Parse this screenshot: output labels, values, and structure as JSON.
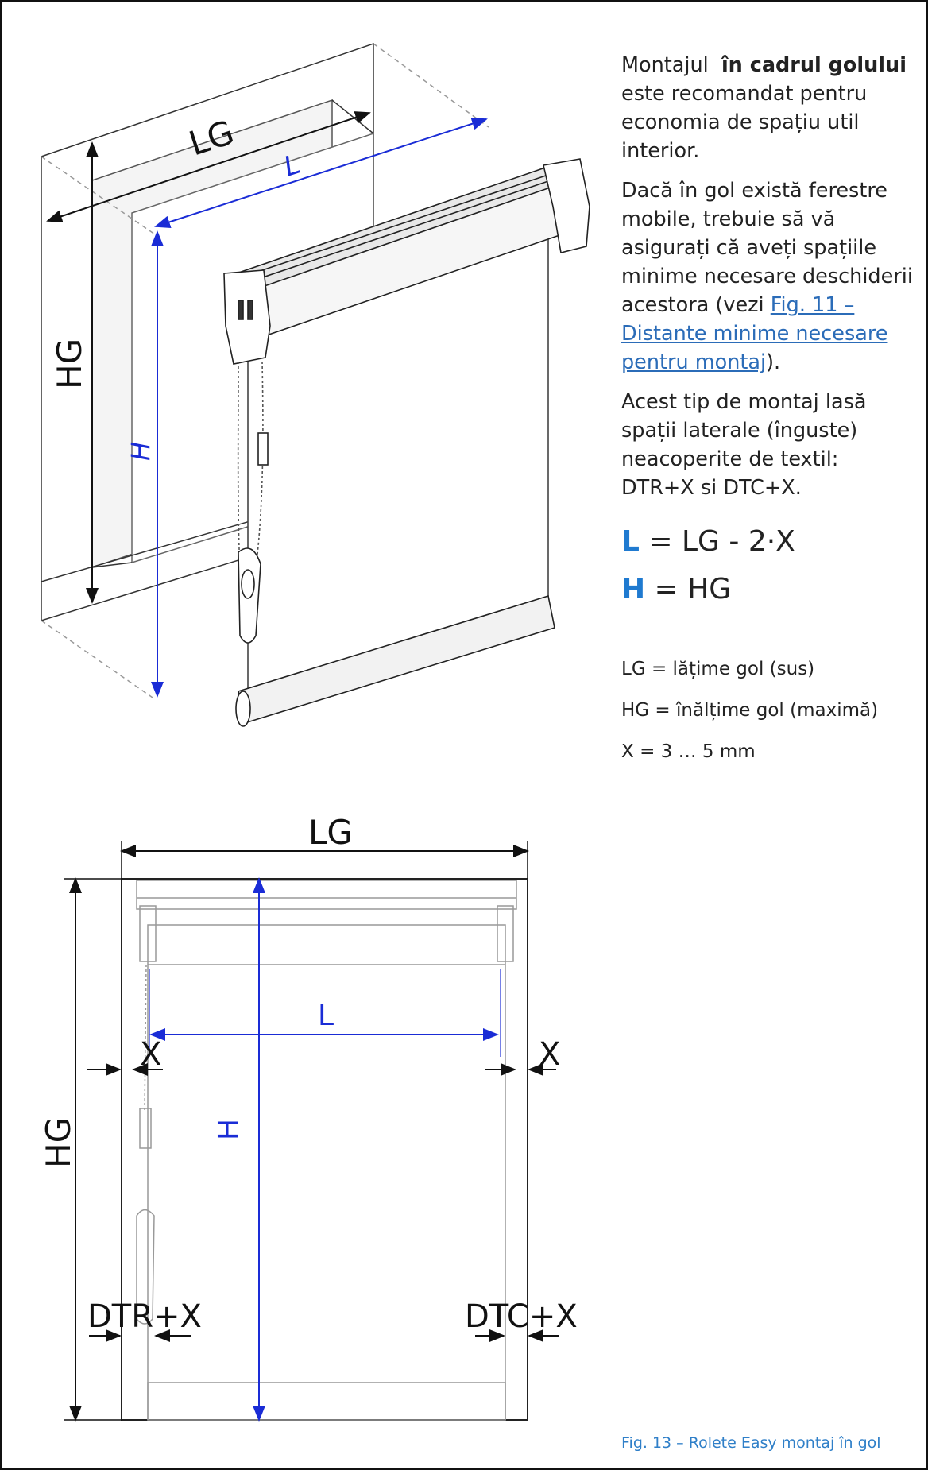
{
  "top_drawing": {
    "label_lg": "LG",
    "label_l": "L",
    "label_hg": "HG",
    "label_h": "H"
  },
  "bottom_drawing": {
    "label_lg": "LG",
    "label_l": "L",
    "label_x_left": "X",
    "label_x_right": "X",
    "label_hg": "HG",
    "label_h": "H",
    "label_dtr": "DTR+X",
    "label_dtc": "DTC+X"
  },
  "text": {
    "p1_before": "Montajul  ",
    "p1_bold": "în cadrul golului",
    "p1_after": " este recomandat pentru economia de spațiu util interior.",
    "p2_before": "Dacă în gol există ferestre mobile, trebuie să vă asigurați că aveți spațiile minime necesare deschiderii acestora (vezi ",
    "p2_link": "Fig. 11 – Distante minime necesare pentru montaj",
    "p2_after": ").",
    "p3": "Acest tip de montaj lasă spații laterale (înguste) neacoperite de textil: DTR+X si DTC+X."
  },
  "formulas": [
    {
      "symbol": "L",
      "rest": " = LG - 2·X"
    },
    {
      "symbol": "H",
      "rest": " = HG"
    }
  ],
  "definitions": [
    "LG = lățime gol (sus)",
    "HG = înălțime gol (maximă)",
    "X = 3 … 5 mm"
  ],
  "caption": "Fig. 13 – Rolete Easy montaj în gol",
  "colors": {
    "dimension_blue": "#1a2cd6",
    "formula_blue": "#1f7ad0",
    "link_blue": "#2b6cb8"
  }
}
